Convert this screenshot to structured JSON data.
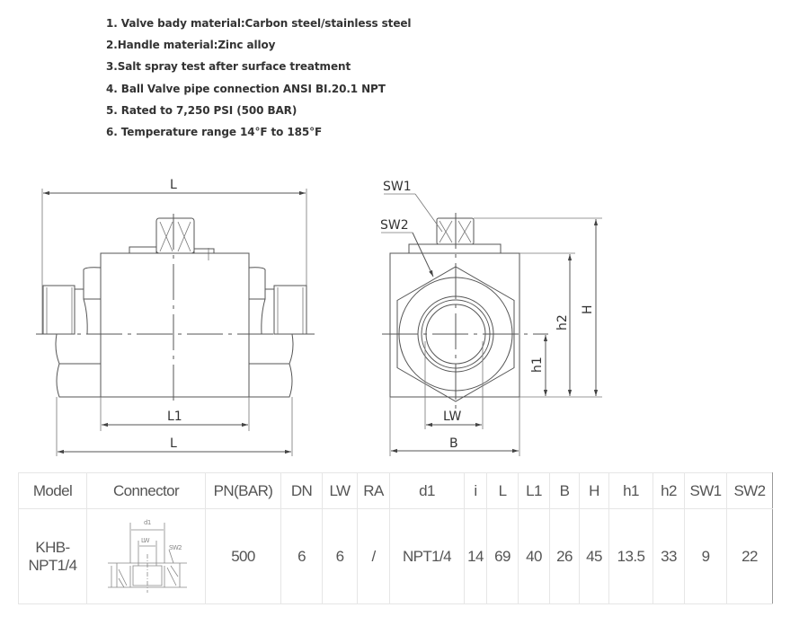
{
  "features": [
    "1. Valve bady material:Carbon steel/stainless steel",
    "2.Handle material:Zinc alloy",
    "3.Salt spray test after surface treatment",
    "4. Ball Valve pipe connection ANSI BI.20.1 NPT",
    "5. Rated to 7,250 PSI (500 BAR)",
    "6. Temperature range 14°F to 185°F"
  ],
  "drawing": {
    "front": {
      "top_dim": "L",
      "inner_dim": "L1",
      "bottom_dim": "L"
    },
    "side": {
      "sw1": "SW1",
      "sw2": "SW2",
      "lw": "LW",
      "b": "B",
      "h1": "h1",
      "h2": "h2",
      "h": "H"
    },
    "connector": {
      "d1": "d1",
      "lw": "LW",
      "sw2": "SW2"
    }
  },
  "table": {
    "headers": [
      "Model",
      "Connector",
      "PN(BAR)",
      "DN",
      "LW",
      "RA",
      "d1",
      "i",
      "L",
      "L1",
      "B",
      "H",
      "h1",
      "h2",
      "SW1",
      "SW2"
    ],
    "rows": [
      {
        "model_line1": "KHB-",
        "model_line2": "NPT1/4",
        "pn": "500",
        "dn": "6",
        "lw": "6",
        "ra": "/",
        "d1": "NPT1/4",
        "i": "14",
        "l": "69",
        "l1": "40",
        "b": "26",
        "h": "45",
        "h1": "13.5",
        "h2": "33",
        "sw1": "9",
        "sw2": "22"
      }
    ]
  }
}
